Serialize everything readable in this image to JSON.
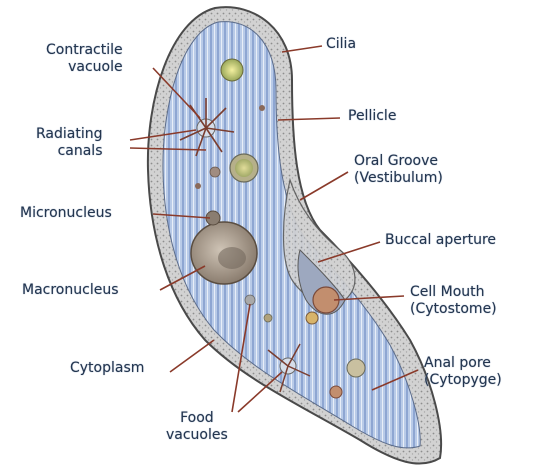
{
  "diagram": {
    "labels": {
      "contractile_vacuole": "Contractile\nvacuole",
      "radiating_canals": "Radiating\ncanals",
      "micronucleus": "Micronucleus",
      "macronucleus": "Macronucleus",
      "cytoplasm": "Cytoplasm",
      "food_vacuoles": "Food\nvacuoles",
      "cilia": "Cilia",
      "pellicle": "Pellicle",
      "oral_groove": "Oral Groove\n(Vestibulum)",
      "buccal_aperture": "Buccal aperture",
      "cell_mouth": "Cell Mouth\n(Cytostome)",
      "anal_pore": "Anal pore\n(Cytopyge)"
    },
    "colors": {
      "cell_fill": "#a9bee0",
      "cell_stripe": "#7d96c7",
      "pellicle": "#c9c9c9",
      "outline": "#4a4a4a",
      "leader_line": "#8a3a2a",
      "label_text": "#24364f",
      "vacuole": "#b8c46a",
      "nucleus": "#9c8f83"
    }
  }
}
